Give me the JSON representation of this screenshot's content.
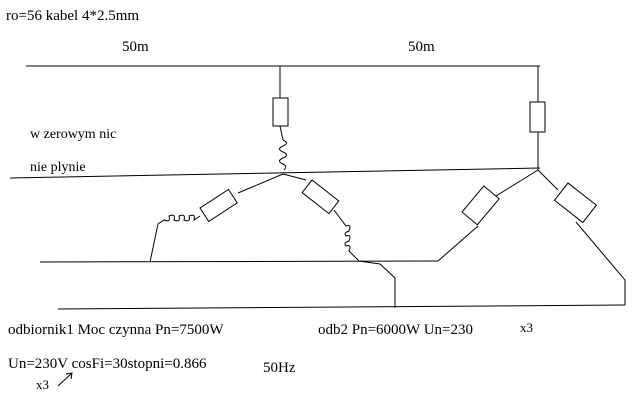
{
  "texts": {
    "header": "ro=56 kabel 4*2.5mm",
    "len1": "50m",
    "len2": "50m",
    "neutral_note1": "w zerowym nic",
    "neutral_note2": "nie plynie",
    "load1": "odbiornik1 Moc czynna Pn=7500W",
    "load2": "odb2 Pn=6000W Un=230",
    "x3a": "x3",
    "line3": "Un=230V cosFi=30stopni=0.866",
    "freq": "50Hz",
    "x3b": "x3"
  },
  "colors": {
    "line": "#000000",
    "background": "#ffffff"
  }
}
